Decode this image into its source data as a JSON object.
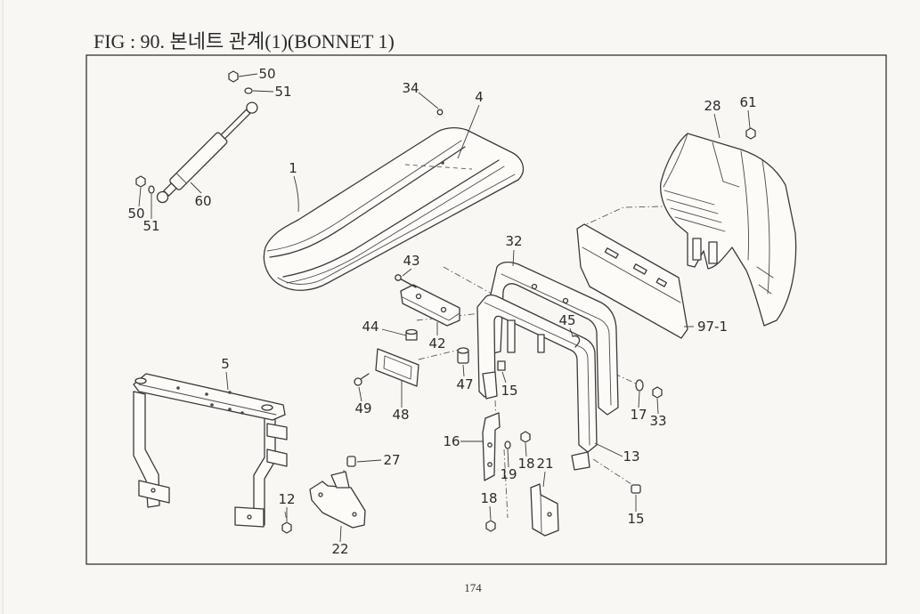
{
  "page": {
    "title": "FIG : 90. 본네트 관계(1)(BONNET 1)",
    "page_number": "174"
  },
  "diagram": {
    "callouts": [
      "50",
      "51",
      "60",
      "50",
      "51",
      "34",
      "4",
      "1",
      "28",
      "61",
      "32",
      "43",
      "44",
      "42",
      "45",
      "97-1",
      "5",
      "47",
      "15",
      "49",
      "48",
      "17",
      "33",
      "16",
      "18",
      "19",
      "21",
      "13",
      "27",
      "12",
      "22",
      "18",
      "15"
    ]
  },
  "colors": {
    "ink": "#3a3a3a",
    "paper": "#f8f7f3"
  }
}
